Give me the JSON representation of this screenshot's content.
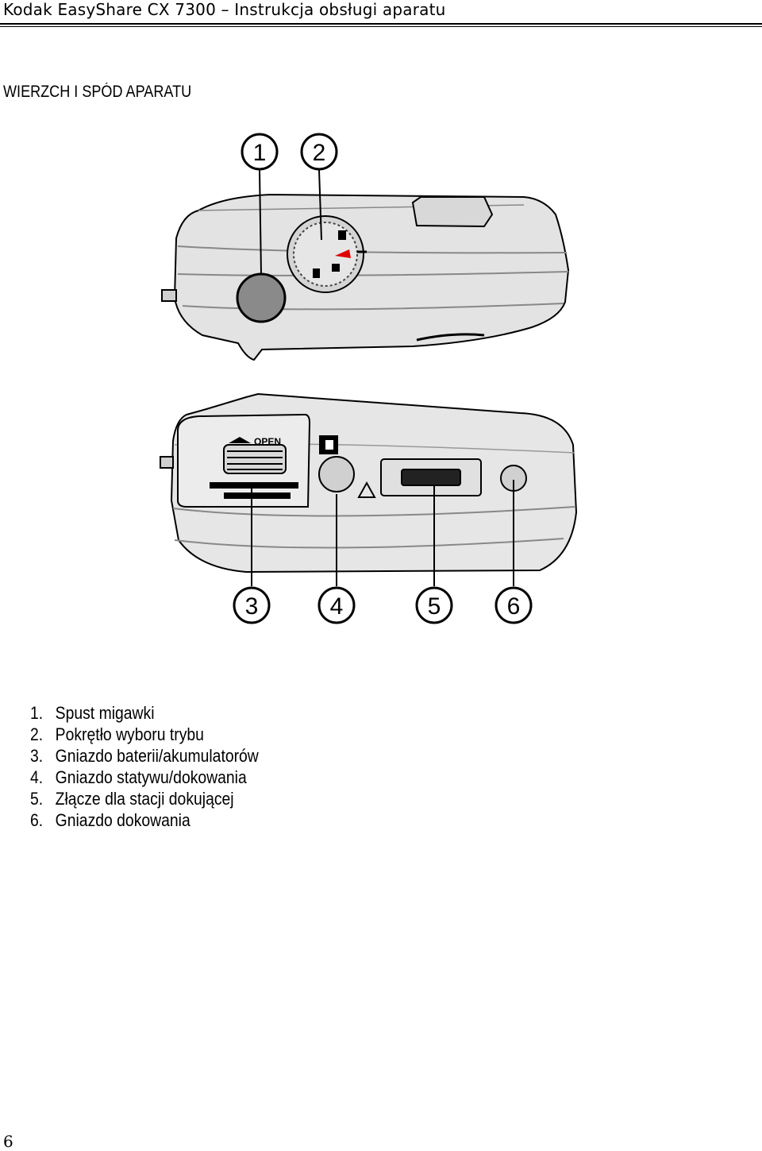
{
  "header": {
    "title": "Kodak EasyShare CX 7300 – Instrukcja obsługi aparatu"
  },
  "section": {
    "title": "WIERZCH I SPÓD APARATU"
  },
  "figure": {
    "callouts": [
      "1",
      "2",
      "3",
      "4",
      "5",
      "6"
    ],
    "door_label": "OPEN"
  },
  "legend": {
    "items": [
      {
        "num": "1.",
        "text": "Spust migawki"
      },
      {
        "num": "2.",
        "text": "Pokrętło wyboru trybu"
      },
      {
        "num": "3.",
        "text": "Gniazdo baterii/akumulatorów"
      },
      {
        "num": "4.",
        "text": "Gniazdo statywu/dokowania"
      },
      {
        "num": "5.",
        "text": "Złącze dla stacji dokującej"
      },
      {
        "num": "6.",
        "text": "Gniazdo dokowania"
      }
    ]
  },
  "footer": {
    "page_number": "6"
  }
}
